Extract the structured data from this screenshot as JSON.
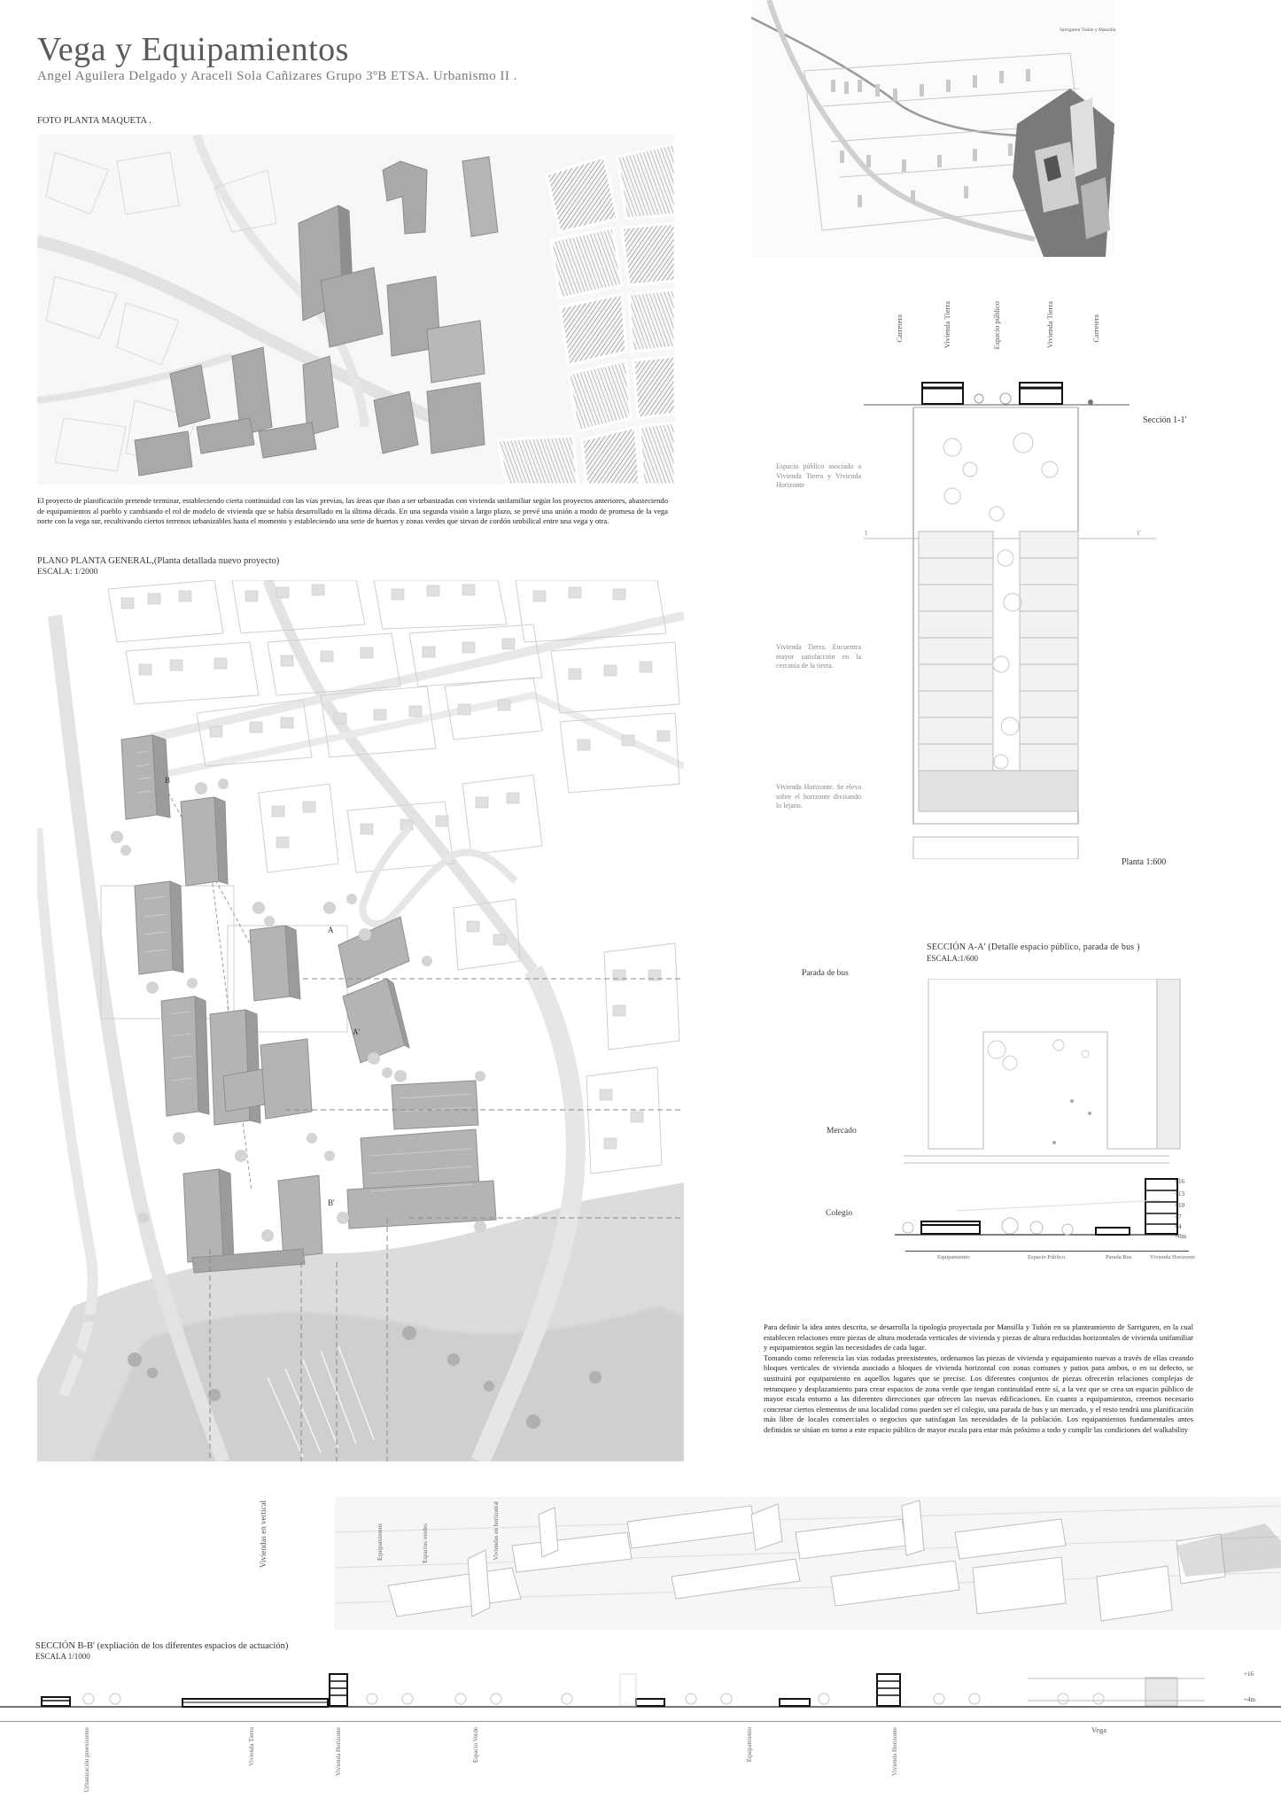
{
  "header": {
    "title": "Vega y Equipamientos",
    "subtitle": "Angel Aguilera Delgado y Araceli Sola Cañizares Grupo 3ºB ETSA. Urbanismo II ."
  },
  "maqueta": {
    "label": "FOTO PLANTA MAQUETA ."
  },
  "context_map": {
    "caption": "Sarriguren Tuñón y Mansilla"
  },
  "intro_text": "El proyecto de planificación pretende terminar, estableciendo cierta continuidad con las vías previas, las áreas que iban a ser urbanizadas con vivienda unifamiliar según los proyectos anteriores, abasteciendo de equipamientos al pueblo y cambiando el rol de modelo de vivienda que se había desarrollado en la última década. En una segunda visión a largo plazo, se prevé una unión a modo de promesa de la vega norte con la vega sur, recultivando ciertos terrenos urbanizables hasta el momento y estableciendo una serie de huertos y zonas verdes que sirvan de cordón umbilical  entre una vega y otra.",
  "plan": {
    "title": "PLANO PLANTA GENERAL,(Planta detallada nuevo proyecto)",
    "scale": "ESCALA: 1/2000",
    "labels": {
      "bus": "Parada de bus",
      "market": "Mercado",
      "school": "Colegio",
      "a": "A",
      "a2": "A'",
      "b": "B",
      "b2": "B'"
    }
  },
  "section11": {
    "top_labels": [
      "Carretera",
      "Vivienda Tierra",
      "Espacio público",
      "Vivienda Tierra",
      "Carretera"
    ],
    "title": "Sección 1-1'",
    "mark_left": "1",
    "mark_right": "1'",
    "notes": [
      "Espacio público asociado a Vivienda Tierra y Vivienda Horizonte",
      "Vivienda Tierra. Encuentra mayor satisfacción en la cercanía de la tierra.",
      "Vivienda Horizonte. Se eleva sobre el horizonte divisando lo lejano."
    ],
    "scale": "Planta 1:600"
  },
  "sectionAA": {
    "title": "SECCIÓN A-A' (Detalle espacio público, parada de bus )",
    "scale": "ESCALA:1/600",
    "levels": [
      "+16",
      "+13",
      "+10",
      "+7",
      "+4",
      "+0m"
    ],
    "bottom_labels": [
      "Equipamiento",
      "Espacio Público",
      "Parada Bus",
      "Vivienda Horizonte"
    ]
  },
  "right_text": "Para definir la idea antes descrita, se desarrolla la tipología proyectada por Mansilla y Tuñón en su planteamiento de Sarriguren, en la cual establecen relaciones entre piezas de altura moderada verticales de vivienda y piezas de altura reducidas horizontales de vivienda unifamiliar y equipamientos según las necesidades de cada lugar.\nTomando como referencia las vías rodadas preexistentes, ordenamos las piezas de vivienda y equipamiento nuevas a través de ellas creando bloques verticales de vivienda asociado a bloques de vivienda horizontal con zonas comunes y patios para ambos, o en su defecto, se sustituirá por equipamiento en aquellos lugares que se precise. Los diferentes conjuntos de piezas ofrecerán relaciones complejas de retranqueo y desplazamiento para crear espacios de zona verde que tengan continuidad entre sí, a la vez que se crea un espacio público de mayor escala entorno a las diferentes direcciones que ofrecen las nuevas edificaciones. En cuanto a equipamientos, creemos necesario concretar ciertos elementos de una localidad como pueden ser el colegio, una parada de bus y un mercado, y el resto tendrá una planificación más libre de locales comerciales o negocios que satisfagan las necesidades de la población. Los equipamientos fundamentales antes definidos se sitúan en torno a este espacio público de mayor escala para estar más próximo a todo y cumplir las condiciones del walkability",
  "axon_labels": [
    "Viviendas en vertical",
    "Equipamientos",
    "Espacios verdes",
    "Viviendas en horizontal"
  ],
  "sectionBB": {
    "title": "SECCIÓN B-B' (expliación de los diferentes espacios de actuación)",
    "scale": "ESCALA 1/1000",
    "levels": [
      "+16",
      "+4m"
    ],
    "labels": [
      "Urbanización preexistente",
      "Vivienda Tierra",
      "Vivienda Horizonte",
      "Espacio Verde",
      "Equipamiento",
      "Vivienda Horizonte",
      "Vega"
    ]
  }
}
